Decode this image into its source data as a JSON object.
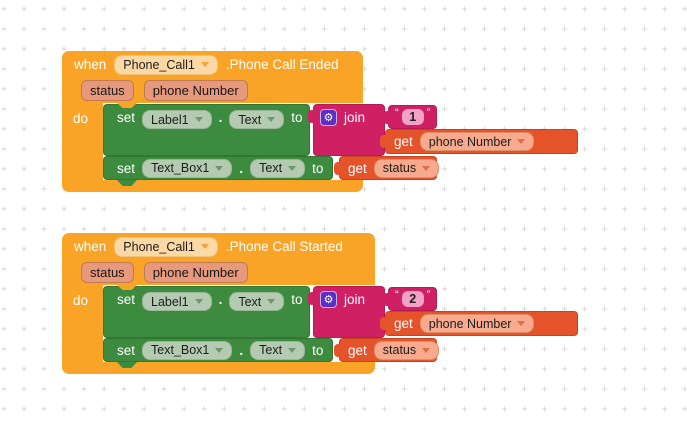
{
  "background": {
    "grid_symbol": "+",
    "grid_color": "#d5d5d5"
  },
  "colors": {
    "event_block": "#F9A426",
    "setter_block": "#3D8B3F",
    "join_block": "#CE2063",
    "get_block": "#E5532B",
    "gear_icon_bg": "#5B2EC8",
    "event_dropdown_chip": "#FBD8A4",
    "setter_dropdown_chip": "#B4CBB1",
    "get_dropdown_chip": "#F7AA8D",
    "param_chip": "#E9997B",
    "string_field": "#F3A2C6"
  },
  "groups": [
    {
      "when_label": "when",
      "component": "Phone_Call1",
      "event_name": ".Phone Call Ended",
      "params": [
        "status",
        "phone Number"
      ],
      "do_label": "do",
      "set1": {
        "set_label": "set",
        "component": "Label1",
        "dot": ".",
        "property": "Text",
        "to_label": "to"
      },
      "join": {
        "label": "join",
        "gear_icon": "gear-icon",
        "open_quote": "“",
        "text_value": "1",
        "close_quote": "”"
      },
      "get_phone": {
        "get_label": "get",
        "variable": "phone Number"
      },
      "set2": {
        "set_label": "set",
        "component": "Text_Box1",
        "dot": ".",
        "property": "Text",
        "to_label": "to"
      },
      "get_status": {
        "get_label": "get",
        "variable": "status"
      }
    },
    {
      "when_label": "when",
      "component": "Phone_Call1",
      "event_name": ".Phone Call Started",
      "params": [
        "status",
        "phone Number"
      ],
      "do_label": "do",
      "set1": {
        "set_label": "set",
        "component": "Label1",
        "dot": ".",
        "property": "Text",
        "to_label": "to"
      },
      "join": {
        "label": "join",
        "gear_icon": "gear-icon",
        "open_quote": "“",
        "text_value": "2",
        "close_quote": "”"
      },
      "get_phone": {
        "get_label": "get",
        "variable": "phone Number"
      },
      "set2": {
        "set_label": "set",
        "component": "Text_Box1",
        "dot": ".",
        "property": "Text",
        "to_label": "to"
      },
      "get_status": {
        "get_label": "get",
        "variable": "status"
      }
    }
  ]
}
